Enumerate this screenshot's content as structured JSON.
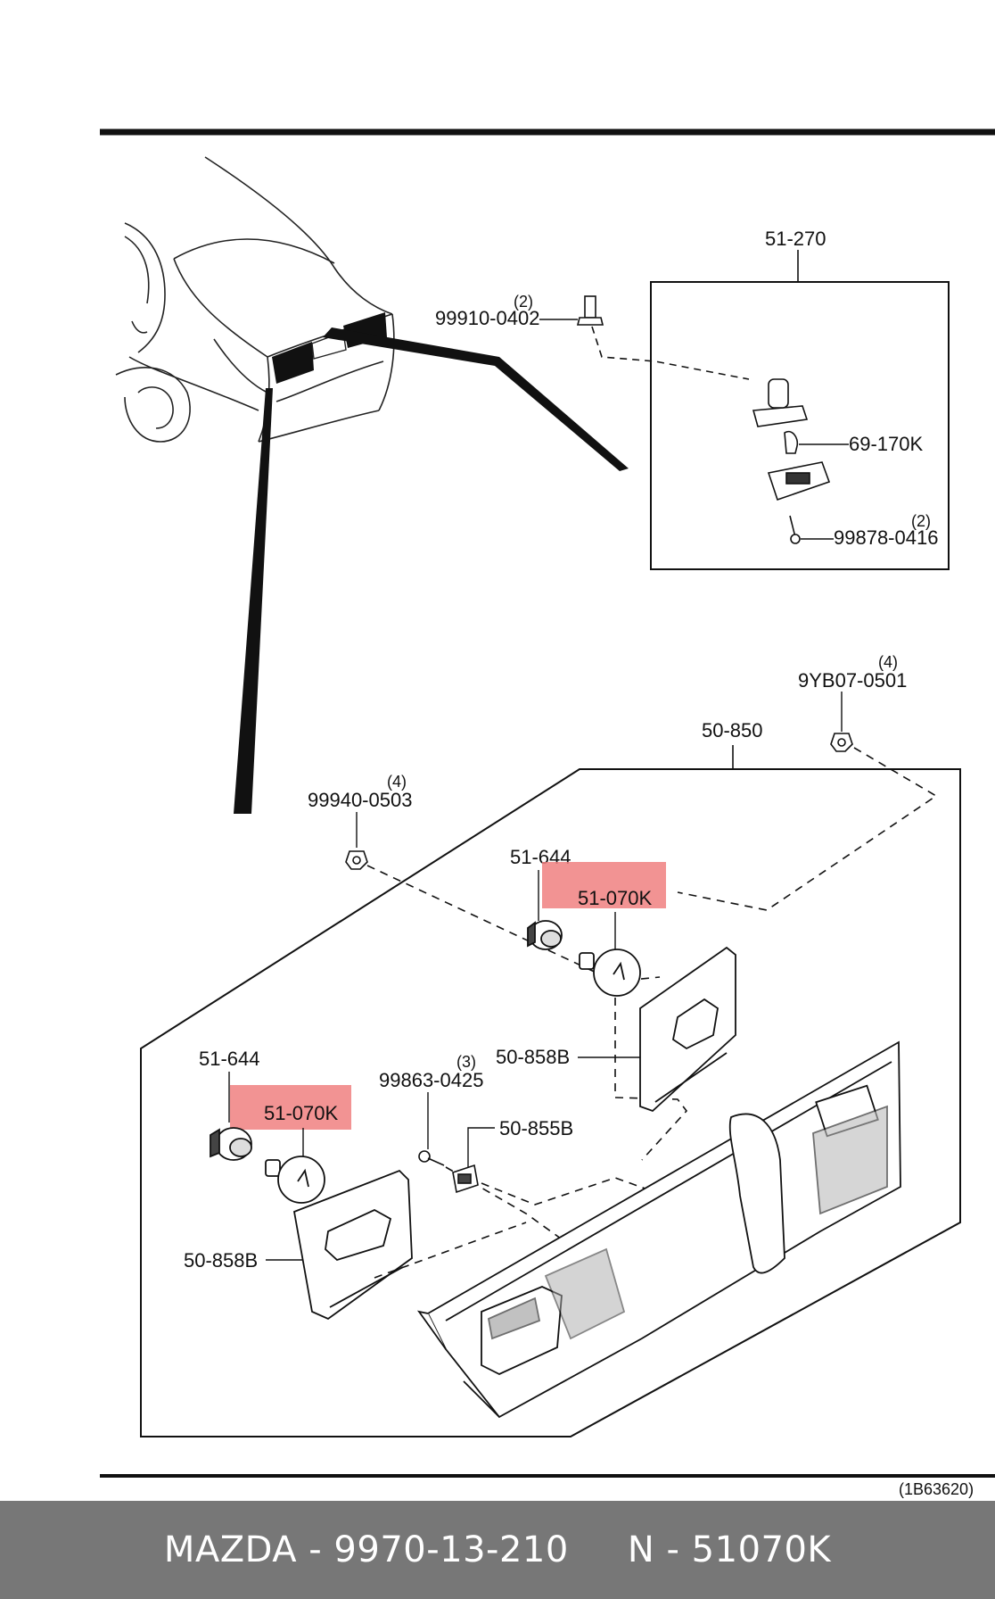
{
  "diagram": {
    "reference_code": "(1B63620)",
    "box_license_lamp": {
      "title": "51-270",
      "parts": {
        "bolt": {
          "number": "99910-0402",
          "qty": "(2)"
        },
        "bulb": {
          "number": "69-170K"
        },
        "screw": {
          "number": "99878-0416",
          "qty": "(2)"
        }
      }
    },
    "box_garnish": {
      "title": "50-850",
      "parts": {
        "nut_top": {
          "number": "9YB07-0501",
          "qty": "(4)"
        },
        "nut_left": {
          "number": "99940-0503",
          "qty": "(4)"
        },
        "socket_upper": {
          "number": "51-644"
        },
        "bulb_upper": {
          "number": "51-070K"
        },
        "gasket_upper": {
          "number": "50-858B"
        },
        "socket_lower": {
          "number": "51-644"
        },
        "bulb_lower": {
          "number": "51-070K"
        },
        "screw_mid": {
          "number": "99863-0425",
          "qty": "(3)"
        },
        "clip": {
          "number": "50-855B"
        },
        "gasket_lower": {
          "number": "50-858B"
        }
      }
    },
    "highlight_color": "#f08080"
  },
  "footer": {
    "text": "MAZDA - 9970-13-210     N - 51070K"
  }
}
